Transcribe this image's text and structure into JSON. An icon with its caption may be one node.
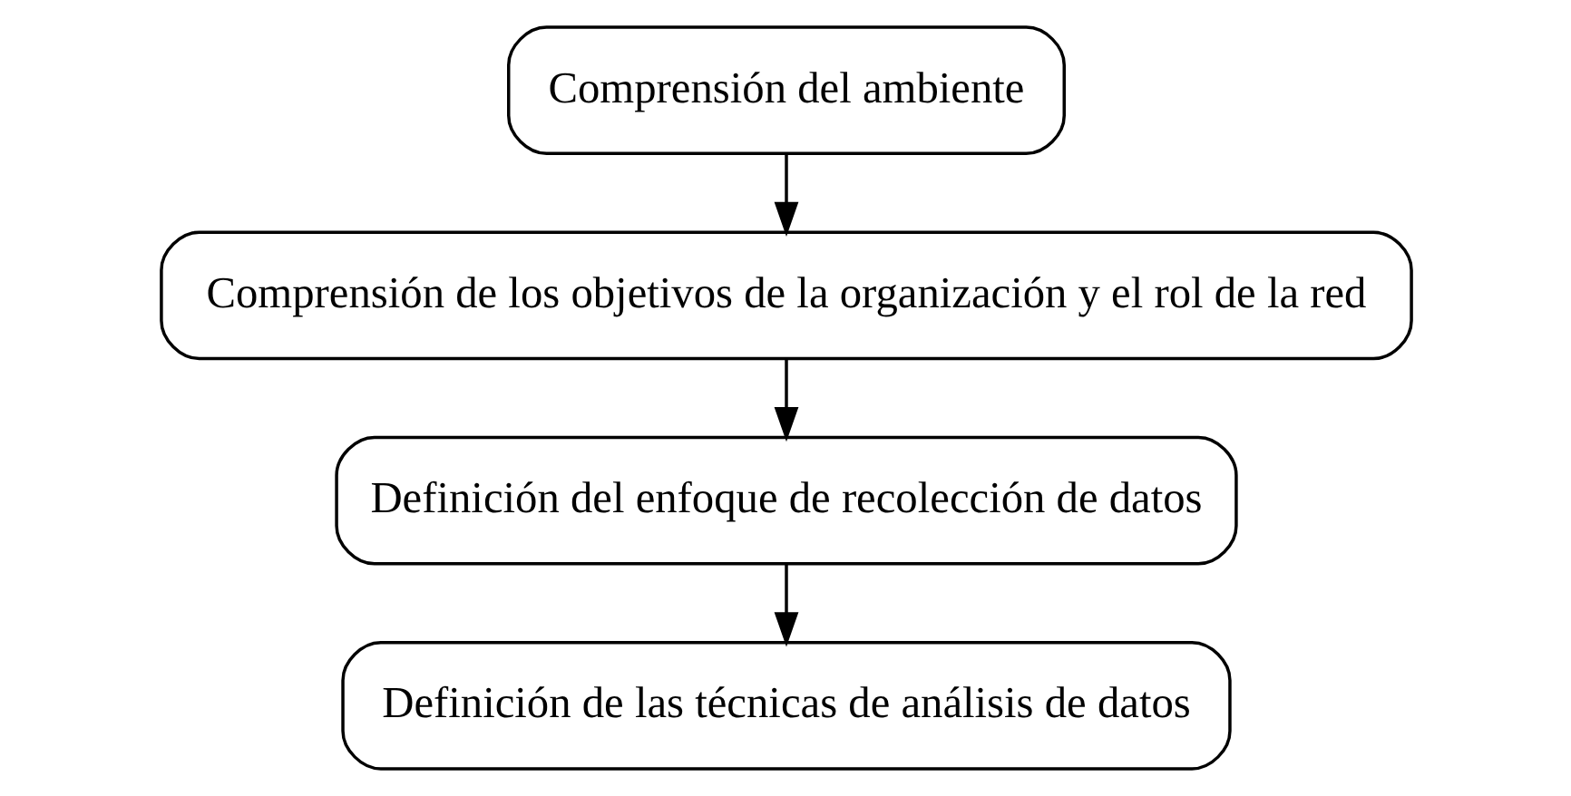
{
  "diagram": {
    "nodes": [
      {
        "text": [
          "Comprensión del ambiente"
        ]
      },
      {
        "text": [
          "Comprensión de los objetivos de la organización y el rol de la red"
        ]
      },
      {
        "text": [
          "Definición del enfoque de recolección de datos"
        ]
      },
      {
        "text": [
          "Definición de las técnicas de análisis de datos"
        ]
      }
    ],
    "edges": [
      {
        "from": 0,
        "to": 1,
        "arrow": "to"
      },
      {
        "from": 1,
        "to": 2,
        "arrow": "to"
      },
      {
        "from": 2,
        "to": 3,
        "arrow": "to"
      }
    ]
  }
}
